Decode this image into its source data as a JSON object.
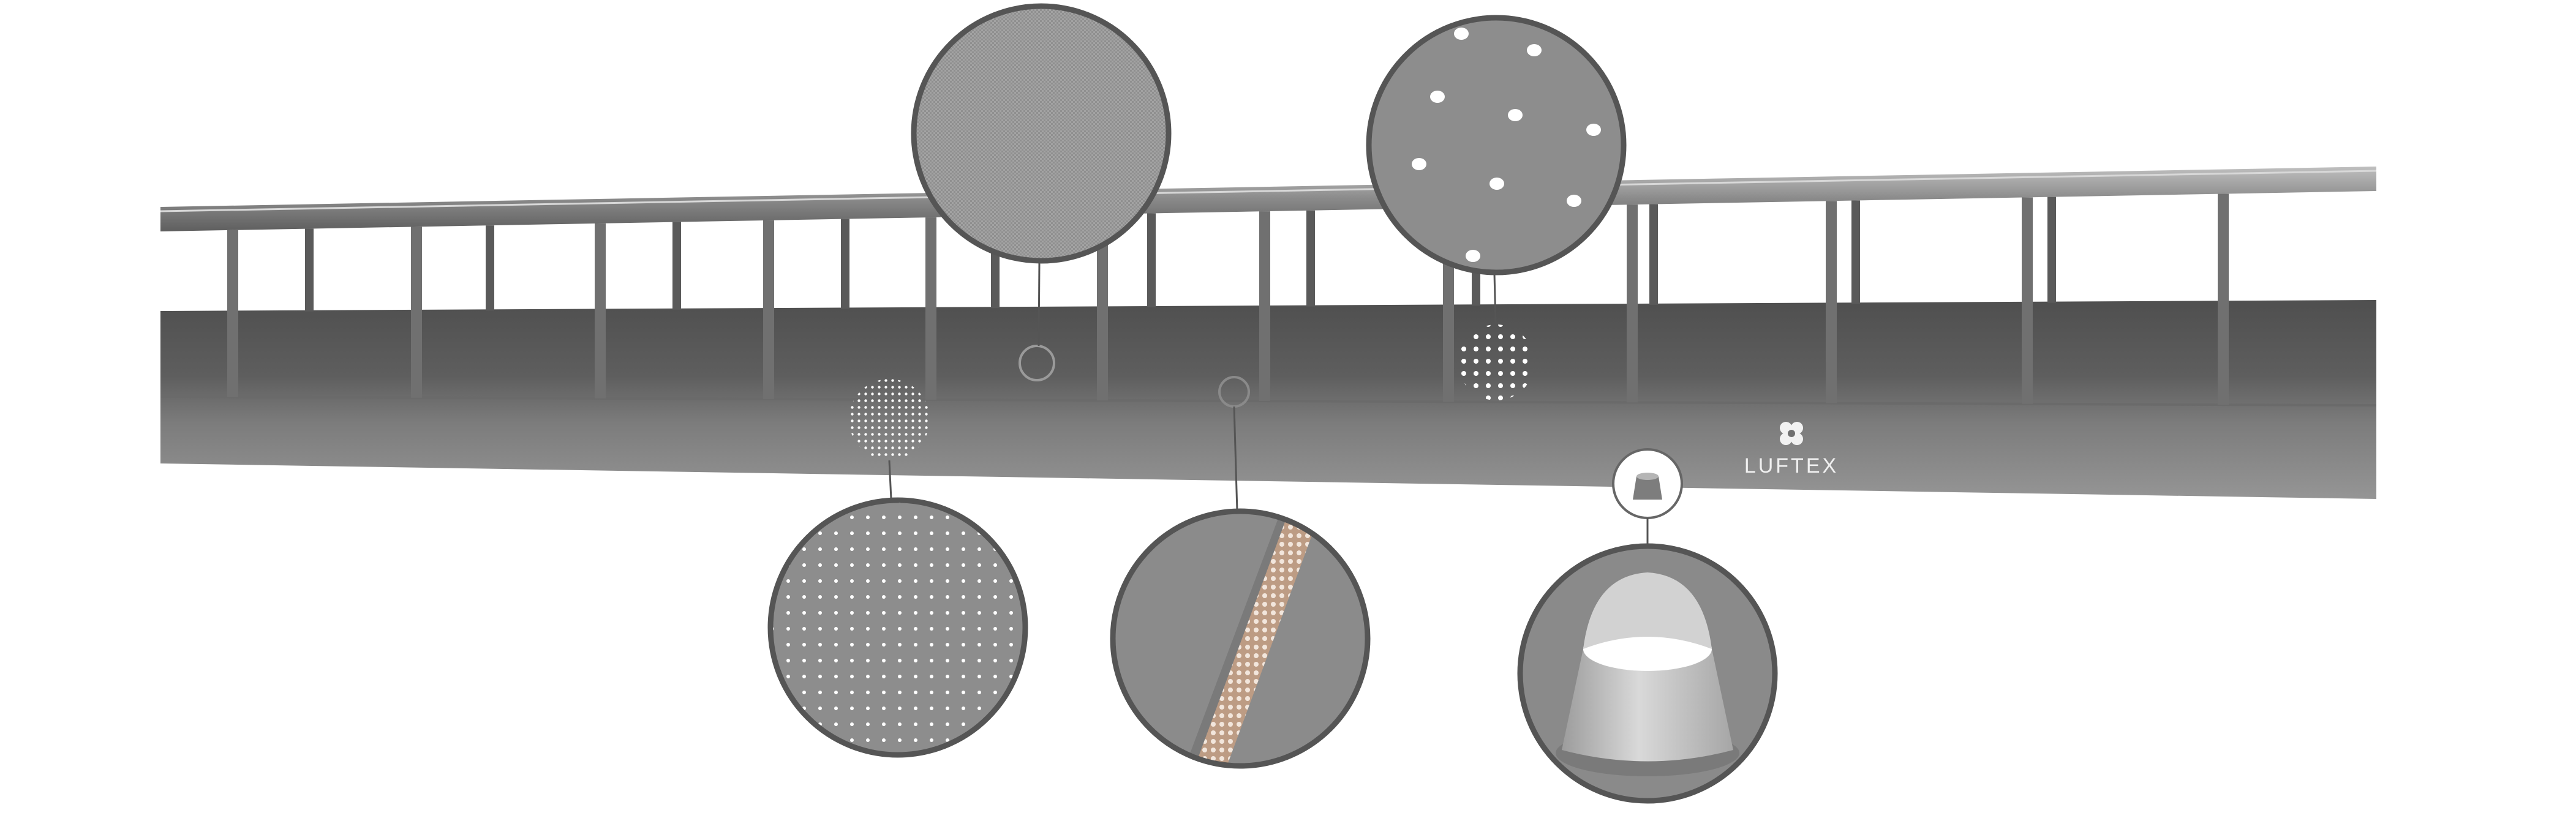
{
  "brand": {
    "name": "LUFTEX",
    "logo_icon": "luftex-pinwheel-icon"
  },
  "colors": {
    "background": "#ffffff",
    "duct_dark": "#545454",
    "duct_light": "#8e8e8e",
    "rail": "#7a7a7a",
    "hanger": "#6c6c6c",
    "callout_stroke": "#555555",
    "lens_fill": "#8d8d8d",
    "perforation": "#ffffff",
    "strip_tan": "#c9a890",
    "nozzle": "#c8c8c8"
  },
  "callouts": [
    {
      "id": "fabric-weave-detail",
      "icon": "woven-fabric-texture-icon"
    },
    {
      "id": "large-perforation-detail",
      "icon": "large-holes-icon"
    },
    {
      "id": "micro-perforation-detail",
      "icon": "micro-holes-icon"
    },
    {
      "id": "perforated-strip-detail",
      "icon": "perforated-strip-icon"
    },
    {
      "id": "nozzle-detail",
      "icon": "air-nozzle-icon"
    }
  ]
}
